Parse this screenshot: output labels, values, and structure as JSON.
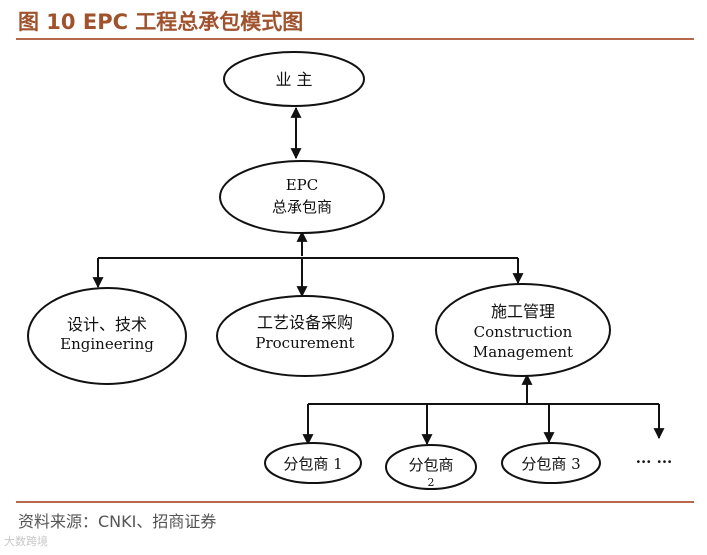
{
  "figure": {
    "title": "图 10 EPC 工程总承包模式图",
    "source": "资料来源：CNKI、招商证券",
    "watermark": "大数跨境"
  },
  "nodes": {
    "owner": {
      "line1": "业  主"
    },
    "epc": {
      "line1": "EPC",
      "line2": "总承包商"
    },
    "design": {
      "line1": "设计、技术",
      "line2": "Engineering"
    },
    "procurement": {
      "line1": "工艺设备采购",
      "line2": "Procurement"
    },
    "construction": {
      "line1": "施工管理",
      "line2": "Construction",
      "line3": "Management"
    },
    "sub1": {
      "line1": "分包商 1"
    },
    "sub2": {
      "line1": "分包商",
      "line2": "2"
    },
    "sub3": {
      "line1": "分包商 3"
    },
    "more": {
      "line1": "··· ···"
    }
  },
  "colors": {
    "title": "#a0522d",
    "rule": "#b5694a",
    "lines": "#111111"
  }
}
